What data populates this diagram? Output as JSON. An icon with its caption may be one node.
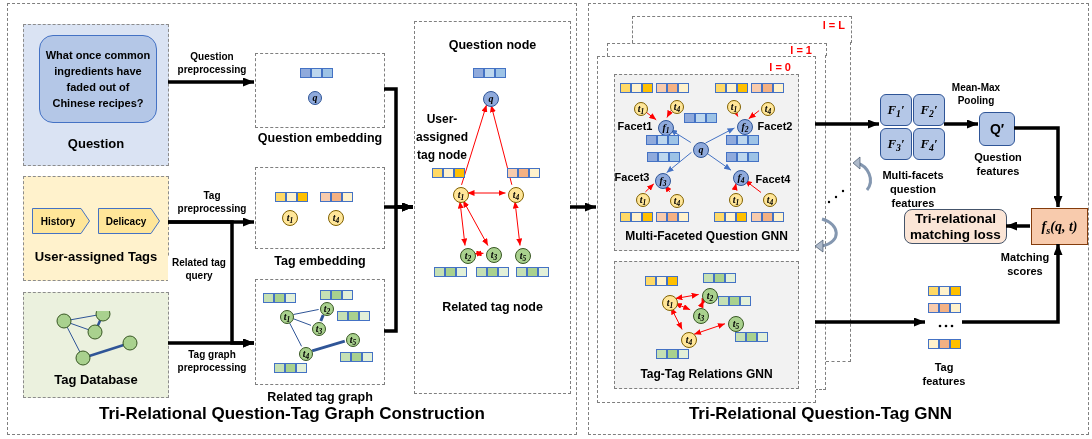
{
  "diagram": {
    "nodes": [
      {
        "text": [
          "Tri-Relational Question-Tag Graph Construction"
        ]
      },
      {
        "text": [
          "Question"
        ],
        "in": 0
      },
      {
        "text": [
          "What once common ingredients have faded out of Chinese recipes?"
        ],
        "in": 1
      },
      {
        "text": [
          "User-assigned Tags"
        ],
        "in": 0
      },
      {
        "text": [
          "History"
        ],
        "in": 3
      },
      {
        "text": [
          "Delicacy"
        ],
        "in": 3
      },
      {
        "text": [
          "Tag Database"
        ],
        "in": 0
      },
      {
        "text": [
          "Question embedding"
        ],
        "in": 0
      },
      {
        "text": [
          "q"
        ],
        "in": 7
      },
      {
        "text": [
          "Tag embedding"
        ],
        "in": 0
      },
      {
        "text": [
          "t$_{1}$"
        ],
        "in": 9
      },
      {
        "text": [
          "t$_{4}$"
        ],
        "in": 9
      },
      {
        "text": [
          "Related tag graph"
        ],
        "in": 0
      },
      {
        "text": [
          "t$_{1}$"
        ],
        "in": 12
      },
      {
        "text": [
          "t$_{2}$"
        ],
        "in": 12
      },
      {
        "text": [
          "t$_{3}$"
        ],
        "in": 12
      },
      {
        "text": [
          "t$_{4}$"
        ],
        "in": 12
      },
      {
        "text": [
          "t$_{5}$"
        ],
        "in": 12
      },
      {
        "text": [
          "Question node",
          "User-assigned tag node",
          "Related tag node"
        ],
        "in": 0
      },
      {
        "text": [
          "q"
        ],
        "in": 18
      },
      {
        "text": [
          "t$_{1}$"
        ],
        "in": 18
      },
      {
        "text": [
          "t$_{4}$"
        ],
        "in": 18
      },
      {
        "text": [
          "t$_{2}$"
        ],
        "in": 18
      },
      {
        "text": [
          "t$_{3}$"
        ],
        "in": 18
      },
      {
        "text": [
          "t$_{5}$"
        ],
        "in": 18
      },
      {
        "text": [
          "Tri-Relational Question-Tag GNN"
        ]
      },
      {
        "text": [
          "l = L"
        ],
        "in": 25
      },
      {
        "text": [
          "l = 1"
        ],
        "in": 25
      },
      {
        "text": [
          "l = 0"
        ],
        "in": 25
      },
      {
        "text": [
          "Multi-Faceted Question GNN"
        ],
        "in": 28
      },
      {
        "text": [
          "q"
        ],
        "in": 29
      },
      {
        "text": [
          "f$_{1}$"
        ],
        "beside": [
          "Facet1"
        ],
        "in": 29
      },
      {
        "text": [
          "f$_{2}$"
        ],
        "beside": [
          "Facet2"
        ],
        "in": 29
      },
      {
        "text": [
          "f$_{3}$"
        ],
        "beside": [
          "Facet3"
        ],
        "in": 29
      },
      {
        "text": [
          "f$_{4}$"
        ],
        "beside": [
          "Facet4"
        ],
        "in": 29
      },
      {
        "text": [
          "t$_{1}$"
        ],
        "in": 29
      },
      {
        "text": [
          "t$_{4}$"
        ],
        "in": 29
      },
      {
        "text": [
          "t$_{1}$"
        ],
        "in": 29
      },
      {
        "text": [
          "t$_{4}$"
        ],
        "in": 29
      },
      {
        "text": [
          "t$_{1}$"
        ],
        "in": 29
      },
      {
        "text": [
          "t$_{4}$"
        ],
        "in": 29
      },
      {
        "text": [
          "t$_{1}$"
        ],
        "in": 29
      },
      {
        "text": [
          "t$_{4}$"
        ],
        "in": 29
      },
      {
        "text": [
          "Tag-Tag Relations GNN"
        ],
        "in": 28
      },
      {
        "text": [
          "t$_{1}$"
        ],
        "in": 43
      },
      {
        "text": [
          "t$_{2}$"
        ],
        "in": 43
      },
      {
        "text": [
          "t$_{3}$"
        ],
        "in": 43
      },
      {
        "text": [
          "t$_{4}$"
        ],
        "in": 43
      },
      {
        "text": [
          "t$_{5}$"
        ],
        "in": 43
      },
      {
        "text": [
          "F$_{1}$′"
        ],
        "in": 25
      },
      {
        "text": [
          "F$_{2}$′"
        ],
        "in": 25
      },
      {
        "text": [
          "F$_{3}$′"
        ],
        "in": 25
      },
      {
        "text": [
          "F$_{4}$′"
        ],
        "in": 25
      },
      {
        "text": [
          "Q′"
        ],
        "beside": [
          "Question features"
        ],
        "in": 25
      },
      {
        "text": [
          "Tri-relational matching loss"
        ],
        "in": 25
      },
      {
        "text": [
          "f$_{s}$(q, t)"
        ],
        "beside": [
          "Matching scores"
        ],
        "in": 25
      },
      {
        "text": [],
        "shape": "bar",
        "beside": [
          "Tag features"
        ],
        "in": 25
      }
    ],
    "edges": [
      {
        "from": 1,
        "to": 7,
        "arrow": "to",
        "label": "Question preprocessing",
        "style": "thick",
        "color": "#000000"
      },
      {
        "from": 3,
        "to": 9,
        "arrow": "to",
        "label": "Tag preprocessing",
        "style": "thick",
        "color": "#000000"
      },
      {
        "from": 3,
        "to": 12,
        "arrow": "to",
        "label": "Related tag query",
        "style": "thick",
        "color": "#000000"
      },
      {
        "from": 6,
        "to": 12,
        "arrow": "to",
        "label": "Tag graph preprocessing",
        "style": "thick",
        "color": "#000000"
      },
      {
        "from": 7,
        "to": 18,
        "arrow": "to",
        "style": "thick",
        "color": "#000000"
      },
      {
        "from": 9,
        "to": 18,
        "arrow": "to",
        "style": "thick",
        "color": "#000000"
      },
      {
        "from": 12,
        "to": 18,
        "arrow": "to",
        "style": "thick",
        "color": "#000000"
      },
      {
        "from": 13,
        "to": 14,
        "arrow": "none",
        "color": "#2f5597"
      },
      {
        "from": 13,
        "to": 15,
        "arrow": "none",
        "color": "#2f5597"
      },
      {
        "from": 15,
        "to": 14,
        "arrow": "none",
        "style": "thick",
        "color": "#2f5597"
      },
      {
        "from": 13,
        "to": 16,
        "arrow": "none",
        "color": "#2f5597"
      },
      {
        "from": 16,
        "to": 17,
        "arrow": "none",
        "style": "thick",
        "color": "#2f5597"
      },
      {
        "from": 20,
        "to": 19,
        "arrow": "to"
      },
      {
        "from": 21,
        "to": 19,
        "arrow": "to"
      },
      {
        "from": 20,
        "to": 21,
        "arrow": "both"
      },
      {
        "from": 20,
        "to": 22,
        "arrow": "both"
      },
      {
        "from": 20,
        "to": 23,
        "arrow": "both"
      },
      {
        "from": 22,
        "to": 23,
        "arrow": "both"
      },
      {
        "from": 21,
        "to": 24,
        "arrow": "both"
      },
      {
        "from": 18,
        "to": 28,
        "arrow": "to",
        "style": "thick",
        "color": "#000000"
      },
      {
        "from": 30,
        "to": 31,
        "arrow": "to",
        "color": "#4472c4"
      },
      {
        "from": 30,
        "to": 32,
        "arrow": "to",
        "color": "#4472c4"
      },
      {
        "from": 30,
        "to": 33,
        "arrow": "to",
        "color": "#4472c4"
      },
      {
        "from": 30,
        "to": 34,
        "arrow": "to",
        "color": "#4472c4"
      },
      {
        "from": 35,
        "to": 31,
        "arrow": "to"
      },
      {
        "from": 36,
        "to": 31,
        "arrow": "to"
      },
      {
        "from": 37,
        "to": 32,
        "arrow": "to"
      },
      {
        "from": 38,
        "to": 32,
        "arrow": "to"
      },
      {
        "from": 39,
        "to": 33,
        "arrow": "to"
      },
      {
        "from": 40,
        "to": 33,
        "arrow": "to"
      },
      {
        "from": 41,
        "to": 34,
        "arrow": "to"
      },
      {
        "from": 42,
        "to": 34,
        "arrow": "to"
      },
      {
        "from": 44,
        "to": 45,
        "arrow": "both"
      },
      {
        "from": 44,
        "to": 46,
        "arrow": "both"
      },
      {
        "from": 46,
        "to": 45,
        "arrow": "both"
      },
      {
        "from": 44,
        "to": 47,
        "arrow": "both"
      },
      {
        "from": 47,
        "to": 48,
        "arrow": "both"
      },
      {
        "from": 28,
        "to": 49,
        "arrow": "to",
        "style": "thick",
        "color": "#000000"
      },
      {
        "from": 50,
        "to": 53,
        "arrow": "to",
        "label": "Mean-Max Pooling",
        "style": "thick",
        "color": "#000000"
      },
      {
        "from": 53,
        "to": 55,
        "arrow": "to",
        "style": "thick",
        "color": "#000000"
      },
      {
        "from": 55,
        "to": 54,
        "arrow": "to",
        "style": "thick",
        "color": "#000000"
      },
      {
        "from": 28,
        "to": 56,
        "arrow": "to",
        "style": "thick",
        "color": "#000000"
      },
      {
        "from": 56,
        "to": 55,
        "arrow": "to",
        "style": "thick",
        "color": "#000000"
      }
    ],
    "labels": [
      "Multi-facets question features"
    ]
  }
}
